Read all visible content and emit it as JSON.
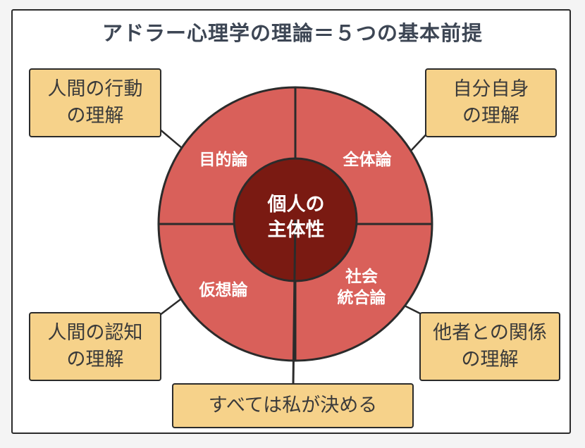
{
  "title": "アドラー心理学の理論＝５つの基本前提",
  "center": {
    "line1": "個人の",
    "line2": "主体性"
  },
  "segments": {
    "top_left": "目的論",
    "top_right": "全体論",
    "bottom_left": "仮想論",
    "bottom_right": {
      "line1": "社会",
      "line2": "統合論"
    }
  },
  "callouts": {
    "top_left": {
      "line1": "人間の行動",
      "line2": "の理解"
    },
    "top_right": {
      "line1": "自分自身",
      "line2": "の理解"
    },
    "bottom_left": {
      "line1": "人間の認知",
      "line2": "の理解"
    },
    "bottom_right": {
      "line1": "他者との関係",
      "line2": "の理解"
    },
    "bottom": "すべては私が決める"
  },
  "colors": {
    "segment_fill": "#d9605a",
    "center_fill": "#7a1a12",
    "callout_fill": "#f6d28a",
    "outline": "#2b2b2b",
    "title_text": "#3d4654"
  }
}
